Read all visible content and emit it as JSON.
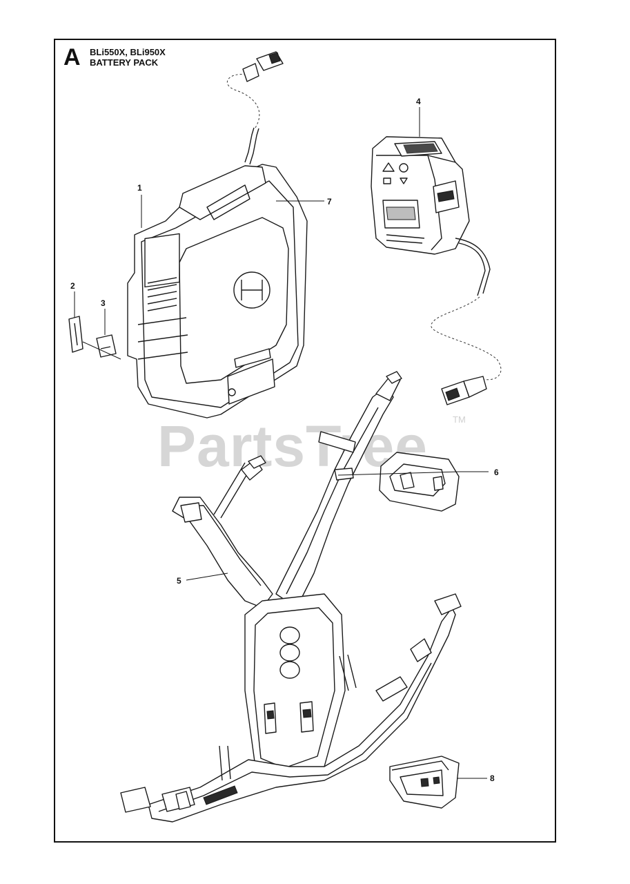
{
  "header": {
    "section_letter": "A",
    "models": "BLi550X, BLi950X",
    "assembly": "BATTERY PACK"
  },
  "watermark": {
    "text": "PartsTree",
    "trademark": "TM"
  },
  "callouts": [
    {
      "id": "1",
      "label": "1"
    },
    {
      "id": "2",
      "label": "2"
    },
    {
      "id": "3",
      "label": "3"
    },
    {
      "id": "4",
      "label": "4"
    },
    {
      "id": "5",
      "label": "5"
    },
    {
      "id": "6",
      "label": "6"
    },
    {
      "id": "7",
      "label": "7"
    },
    {
      "id": "8",
      "label": "8"
    }
  ],
  "colors": {
    "line": "#1a1a1a",
    "watermark": "#d6d6d6",
    "background": "#ffffff"
  }
}
